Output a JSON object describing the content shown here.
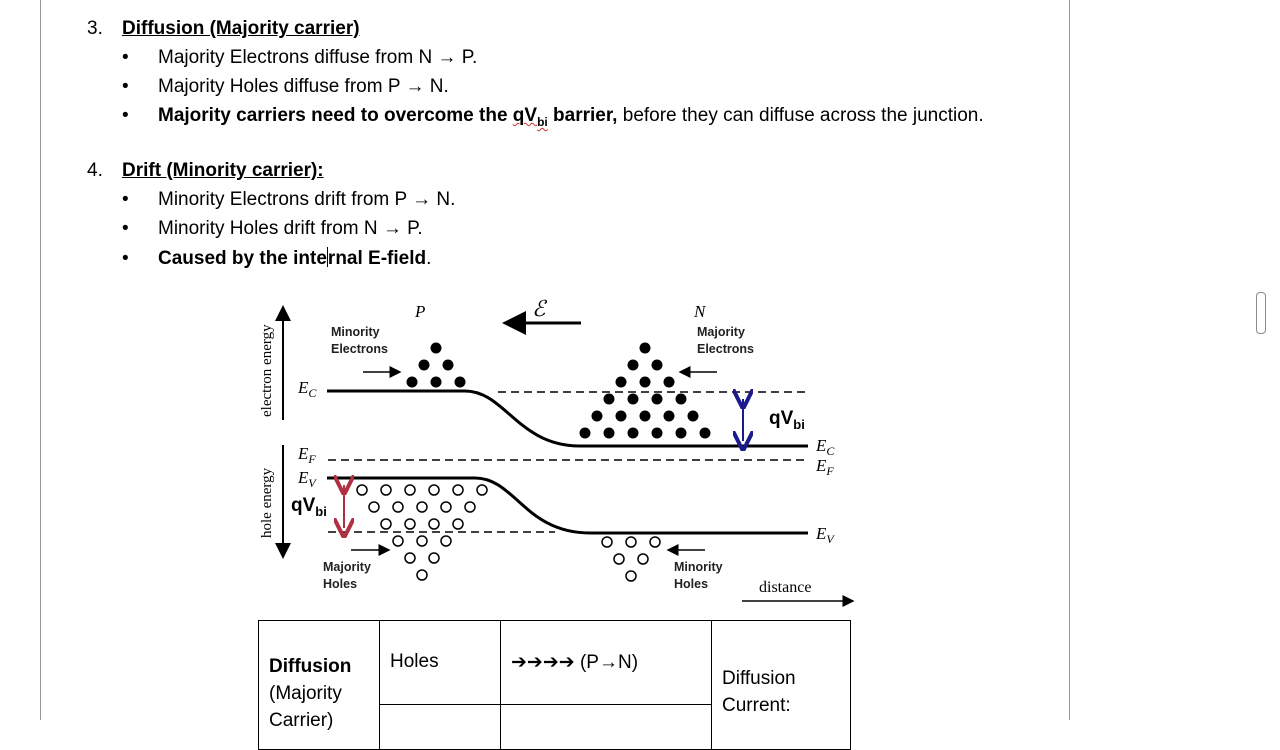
{
  "section3": {
    "number": "3.",
    "heading": "Diffusion (Majority carrier)",
    "bullets": [
      "Majority Electrons diffuse from N → P.",
      "Majority Holes diffuse from P → N."
    ],
    "bullet3_bold_a": "Majority carriers need to overcome the ",
    "bullet3_qv": "qV",
    "bullet3_bi": "bi",
    "bullet3_bold_b": " barrier,",
    "bullet3_rest": " before they can diffuse across the junction."
  },
  "section4": {
    "number": "4.",
    "heading": "Drift (Minority carrier):",
    "bullets": [
      "Minority Electrons drift from P → N.",
      "Minority Holes drift from N → P."
    ],
    "bullet3_bold_a": "Caused by the inte",
    "bullet3_bold_b": "rnal E-field",
    "bullet3_tail": "."
  },
  "bullet_symbol": "•",
  "diagram": {
    "label_p": "P",
    "label_n": "N",
    "field_symbol": "ℰ",
    "minority_electrons": [
      "Minority",
      "Electrons"
    ],
    "majority_electrons": [
      "Majority",
      "Electrons"
    ],
    "majority_holes": [
      "Majority",
      "Holes"
    ],
    "minority_holes": [
      "Minority",
      "Holes"
    ],
    "axis_electron": "electron energy",
    "axis_hole": "hole energy",
    "ec_left": "E",
    "ec_sub": "C",
    "ef_left": "E",
    "ef_sub": "F",
    "ev_left": "E",
    "ev_sub": "V",
    "qvbi_main": "qV",
    "qvbi_sub": "bi",
    "distance": "distance",
    "colors": {
      "upper_arrow": "#1a1a8c",
      "lower_arrow": "#b03040"
    }
  },
  "table": {
    "row1_col1_bold": "Diffusion",
    "row1_col1_line2": "(Majority",
    "row1_col1_line3": "Carrier)",
    "row1_col2": "Holes",
    "row1_col3_arrows": "➔➔➔➔",
    "row1_col3_dir": " (P→N)",
    "row1_col4_line1": "Diffusion",
    "row1_col4_line2": "Current:"
  }
}
